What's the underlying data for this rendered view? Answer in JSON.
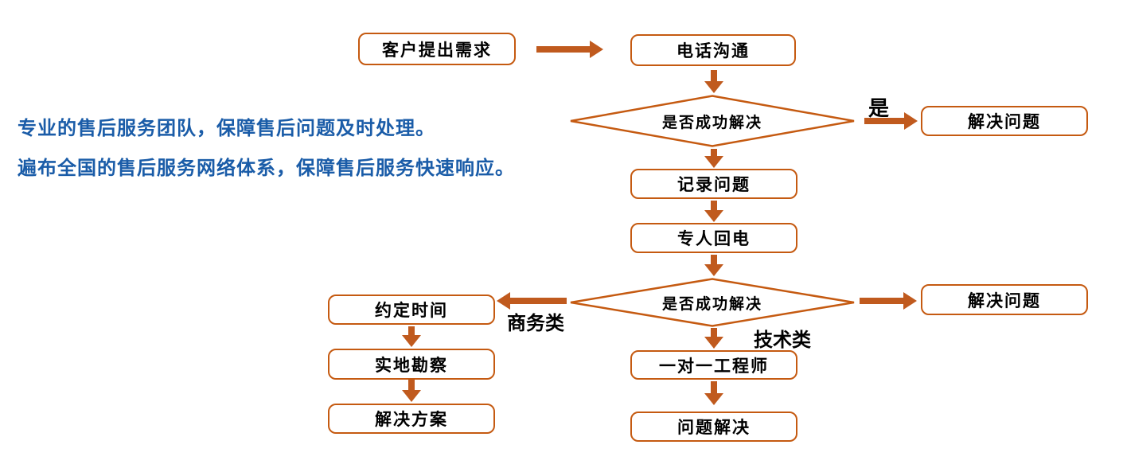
{
  "theme": {
    "accent": "#C55A11",
    "arrow": "#C05A1E",
    "blue": "#1A5CA8",
    "node-text": "#000000",
    "bg": "#FFFFFF"
  },
  "intro": {
    "line1": "专业的售后服务团队，保障售后问题及时处理。",
    "line2": "遍布全国的售后服务网络体系，保障售后服务快速响应。"
  },
  "flowchart": {
    "nodes": {
      "customer_request": "客户提出需求",
      "phone_comm": "电话沟通",
      "decision1": "是否成功解决",
      "solve1": "解决问题",
      "record": "记录问题",
      "callback": "专人回电",
      "decision2": "是否成功解决",
      "solve2": "解决问题",
      "schedule": "约定时间",
      "survey": "实地勘察",
      "plan": "解决方案",
      "engineer": "一对一工程师",
      "solved": "问题解决"
    },
    "edge_labels": {
      "yes": "是",
      "business": "商务类",
      "technical": "技术类"
    }
  }
}
